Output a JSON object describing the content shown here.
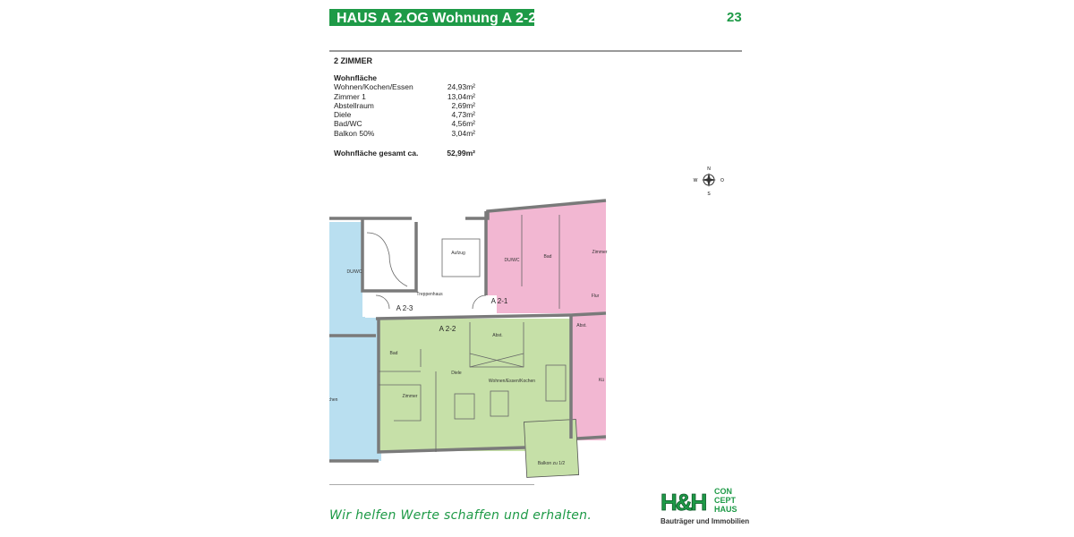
{
  "header": {
    "title": "HAUS A 2.OG Wohnung A 2-2",
    "page_number": "23"
  },
  "summary": {
    "rooms": "2 ZIMMER",
    "area_heading": "Wohnfläche",
    "areas": [
      {
        "label": "Wohnen/Kochen/Essen",
        "value": "24,93m²"
      },
      {
        "label": "Zimmer 1",
        "value": "13,04m²"
      },
      {
        "label": "Abstellraum",
        "value": "2,69m²"
      },
      {
        "label": "Diele",
        "value": "4,73m²"
      },
      {
        "label": "Bad/WC",
        "value": "4,56m²"
      },
      {
        "label": "Balkon 50%",
        "value": "3,04m²"
      }
    ],
    "total_label": "Wohnfläche gesamt ca.",
    "total_value": "52,99m²"
  },
  "compass": {
    "n": "N",
    "s": "S",
    "w": "W",
    "o": "O"
  },
  "plan": {
    "colors": {
      "a2_2": "#c6e0a8",
      "a2_1": "#f2b7d2",
      "a2_3": "#b9dff0",
      "walls": "#7a7a7a"
    },
    "units": {
      "a2_1": "A 2-1",
      "a2_2": "A 2-2",
      "a2_3": "A 2-3"
    },
    "rooms": {
      "duwc_left": "DU/WC",
      "treppenhaus": "Treppenhaus",
      "aufzug": "Aufzug",
      "duwc_right": "DU/WC",
      "bad_right": "Bad",
      "zimmer_right": "Zimmer",
      "flur": "Flur",
      "abst_right": "Abst.",
      "kueche_right": "Kü",
      "kueche_left": "chen",
      "bad": "Bad",
      "abst": "Abst.",
      "diele": "Diele",
      "zimmer": "Zimmer",
      "wohnen": "Wohnen/Essen/Kochen",
      "balkon": "Balkon zu 1/2"
    }
  },
  "footer": {
    "slogan": "Wir helfen Werte schaffen und erhalten.",
    "logo_text": "H&H CONCEPTHAUS",
    "logo_subtitle": "Bauträger und Immobilien"
  }
}
